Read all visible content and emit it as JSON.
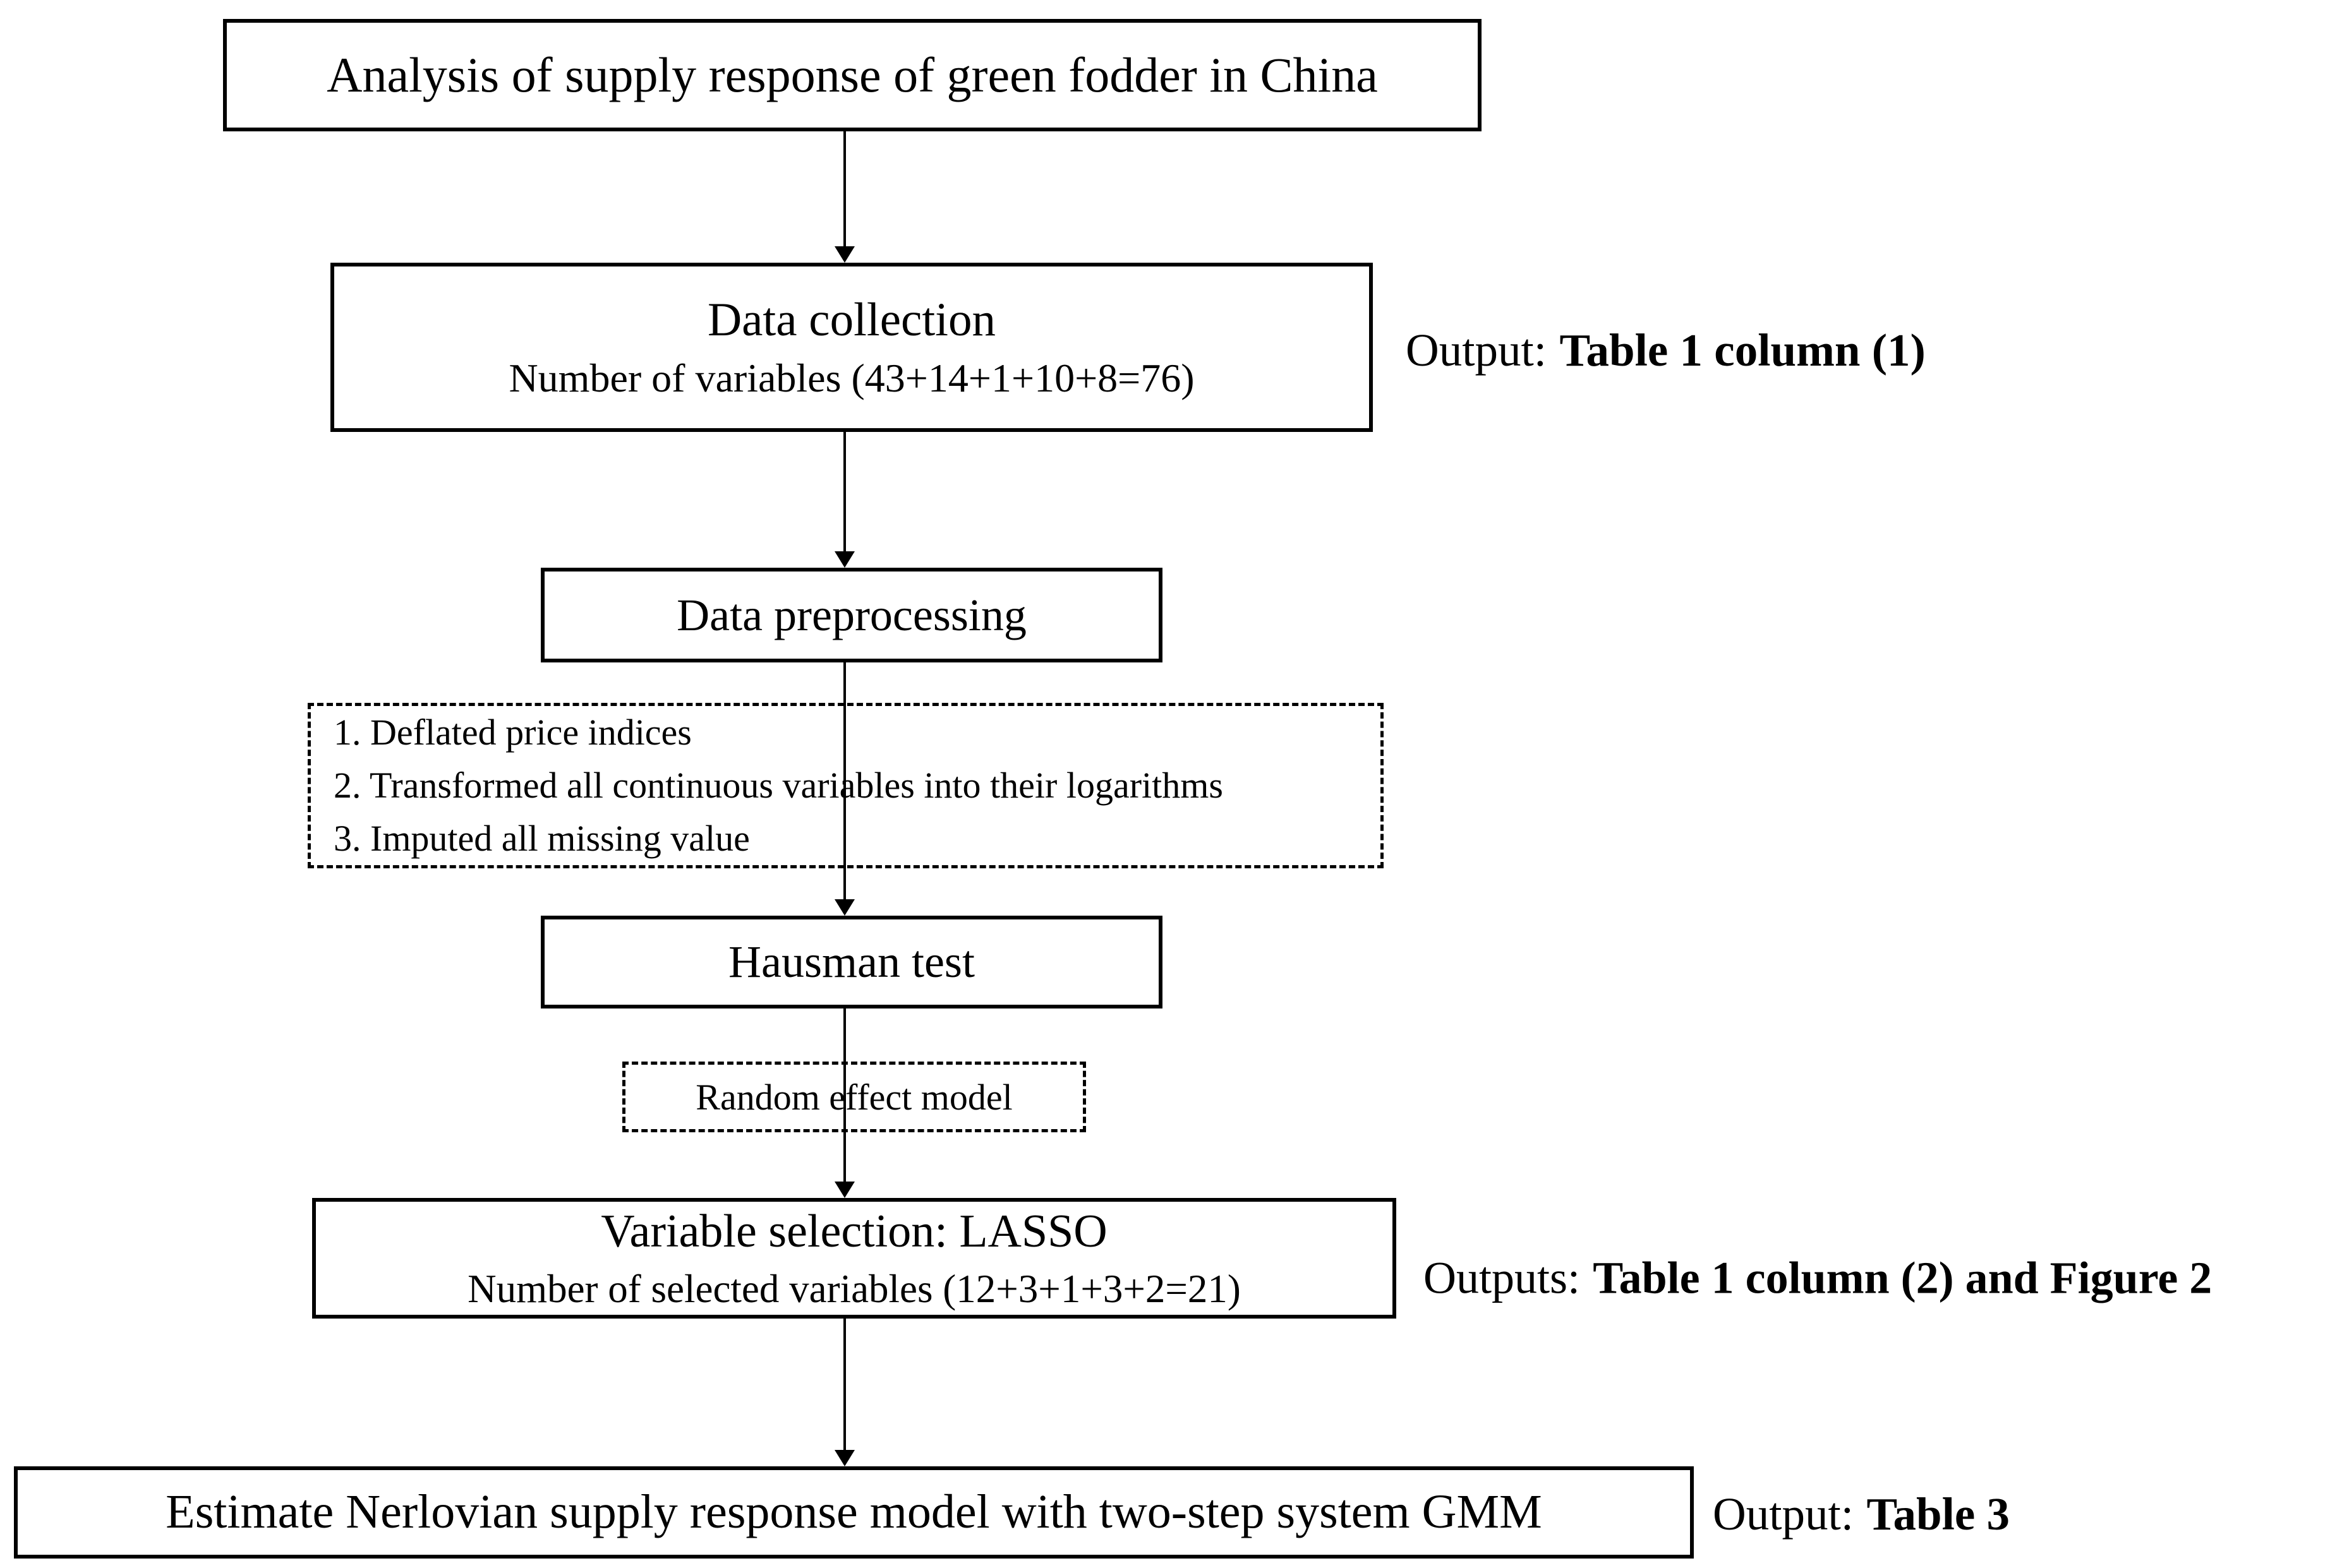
{
  "diagram": {
    "title_box": {
      "text": "Analysis of supply response of green fodder in China"
    },
    "data_collection_box": {
      "title": "Data collection",
      "subtitle": "Number of variables (43+14+1+10+8=76)"
    },
    "output_1": {
      "label": "Output:",
      "value": "Table 1 column (1)"
    },
    "preprocessing_box": {
      "text": "Data preprocessing"
    },
    "preprocessing_steps": {
      "items": [
        "1. Deflated price indices",
        "2. Transformed all continuous variables into their logarithms",
        "3. Imputed all missing value"
      ]
    },
    "hausman_box": {
      "text": "Hausman test"
    },
    "random_effect_box": {
      "text": "Random effect model"
    },
    "lasso_box": {
      "title": "Variable selection: LASSO",
      "subtitle": "Number of selected variables (12+3+1+3+2=21)"
    },
    "output_2": {
      "label": "Outputs:",
      "value": "Table 1 column (2) and Figure 2"
    },
    "gmm_box": {
      "text": "Estimate Nerlovian supply response model with two-step system GMM"
    },
    "output_3": {
      "label": "Output:",
      "value": "Table 3"
    },
    "colors": {
      "ink": "#000000",
      "paper": "#ffffff"
    }
  }
}
